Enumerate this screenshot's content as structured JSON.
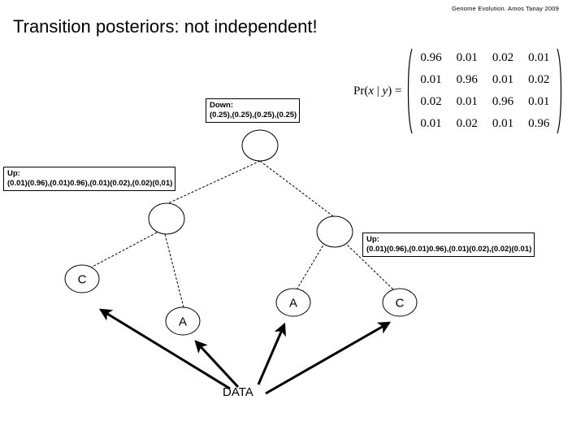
{
  "header": {
    "credit": "Genome Evolution. Amos Tanay 2009",
    "title": "Transition posteriors: not independent!"
  },
  "formula": {
    "lhs_prefix": "Pr(",
    "lhs_x": "x",
    "lhs_bar": " | ",
    "lhs_y": "y",
    "lhs_suffix": ") =",
    "lhs_full": "Pr(x | y) =",
    "matrix": [
      [
        "0.96",
        "0.01",
        "0.02",
        "0.01"
      ],
      [
        "0.01",
        "0.96",
        "0.01",
        "0.02"
      ],
      [
        "0.02",
        "0.01",
        "0.96",
        "0.01"
      ],
      [
        "0.01",
        "0.02",
        "0.01",
        "0.96"
      ]
    ]
  },
  "annotations": {
    "down": {
      "heading": "Down:",
      "values": "(0.25),(0.25),(0.25),(0.25)"
    },
    "up_left": {
      "heading": "Up:",
      "values": "(0.01)(0.96),(0.01)0.96),(0.01)(0.02),(0.02)(0,01)"
    },
    "up_right": {
      "heading": "Up:",
      "values": "(0.01)(0.96),(0.01)0.96),(0.01)(0.02),(0.02)(0.01)"
    }
  },
  "tree": {
    "internal_nodes": [
      {
        "name": "root-node",
        "label": ""
      },
      {
        "name": "internal-node-left",
        "label": ""
      },
      {
        "name": "internal-node-right",
        "label": ""
      }
    ],
    "leaves": [
      {
        "name": "leaf-node-c-1",
        "label": "C"
      },
      {
        "name": "leaf-node-a-1",
        "label": "A"
      },
      {
        "name": "leaf-node-a-2",
        "label": "A"
      },
      {
        "name": "leaf-node-c-2",
        "label": "C"
      }
    ],
    "data_label": "DATA"
  },
  "colors": {
    "ink": "#000000",
    "background": "#ffffff"
  }
}
